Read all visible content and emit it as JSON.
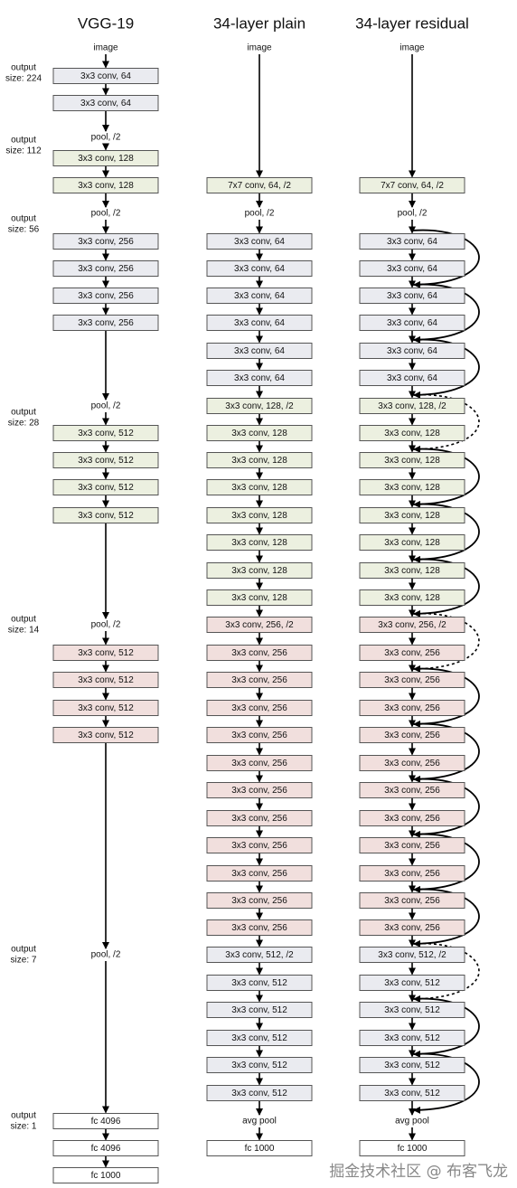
{
  "colors": {
    "gray": "#eaebf0",
    "green": "#ecf0e0",
    "pink": "#f1dfdd",
    "white": "#ffffff"
  },
  "columns": [
    {
      "title": "VGG-19",
      "items": [
        {
          "k": "label",
          "text": "image"
        },
        {
          "k": "box",
          "text": "3x3 conv, 64",
          "c": "gray"
        },
        {
          "k": "box",
          "text": "3x3 conv, 64",
          "c": "gray"
        },
        {
          "k": "label",
          "text": "pool, /2"
        },
        {
          "k": "box",
          "text": "3x3 conv, 128",
          "c": "green"
        },
        {
          "k": "box",
          "text": "3x3 conv, 128",
          "c": "green"
        },
        {
          "k": "label",
          "text": "pool, /2"
        },
        {
          "k": "box",
          "text": "3x3 conv, 256",
          "c": "gray"
        },
        {
          "k": "box",
          "text": "3x3 conv, 256",
          "c": "gray"
        },
        {
          "k": "box",
          "text": "3x3 conv, 256",
          "c": "gray"
        },
        {
          "k": "box",
          "text": "3x3 conv, 256",
          "c": "gray"
        },
        {
          "k": "label",
          "text": "pool, /2"
        },
        {
          "k": "box",
          "text": "3x3 conv, 512",
          "c": "green"
        },
        {
          "k": "box",
          "text": "3x3 conv, 512",
          "c": "green"
        },
        {
          "k": "box",
          "text": "3x3 conv, 512",
          "c": "green"
        },
        {
          "k": "box",
          "text": "3x3 conv, 512",
          "c": "green"
        },
        {
          "k": "label",
          "text": "pool, /2"
        },
        {
          "k": "box",
          "text": "3x3 conv, 512",
          "c": "pink"
        },
        {
          "k": "box",
          "text": "3x3 conv, 512",
          "c": "pink"
        },
        {
          "k": "box",
          "text": "3x3 conv, 512",
          "c": "pink"
        },
        {
          "k": "box",
          "text": "3x3 conv, 512",
          "c": "pink"
        },
        {
          "k": "label",
          "text": "pool, /2"
        },
        {
          "k": "box",
          "text": "fc 4096",
          "c": "white"
        },
        {
          "k": "box",
          "text": "fc 4096",
          "c": "white"
        },
        {
          "k": "box",
          "text": "fc 1000",
          "c": "white"
        }
      ]
    },
    {
      "title": "34-layer plain",
      "items": [
        {
          "k": "label",
          "text": "image"
        },
        {
          "k": "box",
          "text": "7x7 conv, 64, /2",
          "c": "green"
        },
        {
          "k": "label",
          "text": "pool, /2"
        },
        {
          "k": "box",
          "text": "3x3 conv, 64",
          "c": "gray"
        },
        {
          "k": "box",
          "text": "3x3 conv, 64",
          "c": "gray"
        },
        {
          "k": "box",
          "text": "3x3 conv, 64",
          "c": "gray"
        },
        {
          "k": "box",
          "text": "3x3 conv, 64",
          "c": "gray"
        },
        {
          "k": "box",
          "text": "3x3 conv, 64",
          "c": "gray"
        },
        {
          "k": "box",
          "text": "3x3 conv, 64",
          "c": "gray"
        },
        {
          "k": "box",
          "text": "3x3 conv, 128, /2",
          "c": "green"
        },
        {
          "k": "box",
          "text": "3x3 conv, 128",
          "c": "green"
        },
        {
          "k": "box",
          "text": "3x3 conv, 128",
          "c": "green"
        },
        {
          "k": "box",
          "text": "3x3 conv, 128",
          "c": "green"
        },
        {
          "k": "box",
          "text": "3x3 conv, 128",
          "c": "green"
        },
        {
          "k": "box",
          "text": "3x3 conv, 128",
          "c": "green"
        },
        {
          "k": "box",
          "text": "3x3 conv, 128",
          "c": "green"
        },
        {
          "k": "box",
          "text": "3x3 conv, 128",
          "c": "green"
        },
        {
          "k": "box",
          "text": "3x3 conv, 256, /2",
          "c": "pink"
        },
        {
          "k": "box",
          "text": "3x3 conv, 256",
          "c": "pink"
        },
        {
          "k": "box",
          "text": "3x3 conv, 256",
          "c": "pink"
        },
        {
          "k": "box",
          "text": "3x3 conv, 256",
          "c": "pink"
        },
        {
          "k": "box",
          "text": "3x3 conv, 256",
          "c": "pink"
        },
        {
          "k": "box",
          "text": "3x3 conv, 256",
          "c": "pink"
        },
        {
          "k": "box",
          "text": "3x3 conv, 256",
          "c": "pink"
        },
        {
          "k": "box",
          "text": "3x3 conv, 256",
          "c": "pink"
        },
        {
          "k": "box",
          "text": "3x3 conv, 256",
          "c": "pink"
        },
        {
          "k": "box",
          "text": "3x3 conv, 256",
          "c": "pink"
        },
        {
          "k": "box",
          "text": "3x3 conv, 256",
          "c": "pink"
        },
        {
          "k": "box",
          "text": "3x3 conv, 256",
          "c": "pink"
        },
        {
          "k": "box",
          "text": "3x3 conv, 512, /2",
          "c": "gray"
        },
        {
          "k": "box",
          "text": "3x3 conv, 512",
          "c": "gray"
        },
        {
          "k": "box",
          "text": "3x3 conv, 512",
          "c": "gray"
        },
        {
          "k": "box",
          "text": "3x3 conv, 512",
          "c": "gray"
        },
        {
          "k": "box",
          "text": "3x3 conv, 512",
          "c": "gray"
        },
        {
          "k": "box",
          "text": "3x3 conv, 512",
          "c": "gray"
        },
        {
          "k": "label",
          "text": "avg pool"
        },
        {
          "k": "box",
          "text": "fc 1000",
          "c": "white"
        }
      ]
    },
    {
      "title": "34-layer residual",
      "items": [
        {
          "k": "label",
          "text": "image"
        },
        {
          "k": "box",
          "text": "7x7 conv, 64, /2",
          "c": "green"
        },
        {
          "k": "label",
          "text": "pool, /2"
        },
        {
          "k": "box",
          "text": "3x3 conv, 64",
          "c": "gray"
        },
        {
          "k": "box",
          "text": "3x3 conv, 64",
          "c": "gray"
        },
        {
          "k": "box",
          "text": "3x3 conv, 64",
          "c": "gray"
        },
        {
          "k": "box",
          "text": "3x3 conv, 64",
          "c": "gray"
        },
        {
          "k": "box",
          "text": "3x3 conv, 64",
          "c": "gray"
        },
        {
          "k": "box",
          "text": "3x3 conv, 64",
          "c": "gray"
        },
        {
          "k": "box",
          "text": "3x3 conv, 128, /2",
          "c": "green"
        },
        {
          "k": "box",
          "text": "3x3 conv, 128",
          "c": "green"
        },
        {
          "k": "box",
          "text": "3x3 conv, 128",
          "c": "green"
        },
        {
          "k": "box",
          "text": "3x3 conv, 128",
          "c": "green"
        },
        {
          "k": "box",
          "text": "3x3 conv, 128",
          "c": "green"
        },
        {
          "k": "box",
          "text": "3x3 conv, 128",
          "c": "green"
        },
        {
          "k": "box",
          "text": "3x3 conv, 128",
          "c": "green"
        },
        {
          "k": "box",
          "text": "3x3 conv, 128",
          "c": "green"
        },
        {
          "k": "box",
          "text": "3x3 conv, 256, /2",
          "c": "pink"
        },
        {
          "k": "box",
          "text": "3x3 conv, 256",
          "c": "pink"
        },
        {
          "k": "box",
          "text": "3x3 conv, 256",
          "c": "pink"
        },
        {
          "k": "box",
          "text": "3x3 conv, 256",
          "c": "pink"
        },
        {
          "k": "box",
          "text": "3x3 conv, 256",
          "c": "pink"
        },
        {
          "k": "box",
          "text": "3x3 conv, 256",
          "c": "pink"
        },
        {
          "k": "box",
          "text": "3x3 conv, 256",
          "c": "pink"
        },
        {
          "k": "box",
          "text": "3x3 conv, 256",
          "c": "pink"
        },
        {
          "k": "box",
          "text": "3x3 conv, 256",
          "c": "pink"
        },
        {
          "k": "box",
          "text": "3x3 conv, 256",
          "c": "pink"
        },
        {
          "k": "box",
          "text": "3x3 conv, 256",
          "c": "pink"
        },
        {
          "k": "box",
          "text": "3x3 conv, 256",
          "c": "pink"
        },
        {
          "k": "box",
          "text": "3x3 conv, 512, /2",
          "c": "gray"
        },
        {
          "k": "box",
          "text": "3x3 conv, 512",
          "c": "gray"
        },
        {
          "k": "box",
          "text": "3x3 conv, 512",
          "c": "gray"
        },
        {
          "k": "box",
          "text": "3x3 conv, 512",
          "c": "gray"
        },
        {
          "k": "box",
          "text": "3x3 conv, 512",
          "c": "gray"
        },
        {
          "k": "box",
          "text": "3x3 conv, 512",
          "c": "gray"
        },
        {
          "k": "label",
          "text": "avg pool"
        },
        {
          "k": "box",
          "text": "fc 1000",
          "c": "white"
        }
      ],
      "shortcuts": [
        {
          "from": 3,
          "to": 5,
          "style": "solid"
        },
        {
          "from": 5,
          "to": 7,
          "style": "solid"
        },
        {
          "from": 7,
          "to": 9,
          "style": "solid"
        },
        {
          "from": 9,
          "to": 11,
          "style": "dashed"
        },
        {
          "from": 11,
          "to": 13,
          "style": "solid"
        },
        {
          "from": 13,
          "to": 15,
          "style": "solid"
        },
        {
          "from": 15,
          "to": 17,
          "style": "solid"
        },
        {
          "from": 17,
          "to": 19,
          "style": "dashed"
        },
        {
          "from": 19,
          "to": 21,
          "style": "solid"
        },
        {
          "from": 21,
          "to": 23,
          "style": "solid"
        },
        {
          "from": 23,
          "to": 25,
          "style": "solid"
        },
        {
          "from": 25,
          "to": 27,
          "style": "solid"
        },
        {
          "from": 27,
          "to": 29,
          "style": "solid"
        },
        {
          "from": 29,
          "to": 31,
          "style": "dashed"
        },
        {
          "from": 31,
          "to": 33,
          "style": "solid"
        },
        {
          "from": 33,
          "to": 35,
          "style": "solid"
        }
      ]
    }
  ],
  "outputs": [
    {
      "line1": "output",
      "line2": "size: 224"
    },
    {
      "line1": "output",
      "line2": "size: 112"
    },
    {
      "line1": "output",
      "line2": "size: 56"
    },
    {
      "line1": "output",
      "line2": "size: 28"
    },
    {
      "line1": "output",
      "line2": "size: 14"
    },
    {
      "line1": "output",
      "line2": "size: 7"
    },
    {
      "line1": "output",
      "line2": "size: 1"
    }
  ],
  "watermark": "掘金技术社区 @ 布客飞龙"
}
